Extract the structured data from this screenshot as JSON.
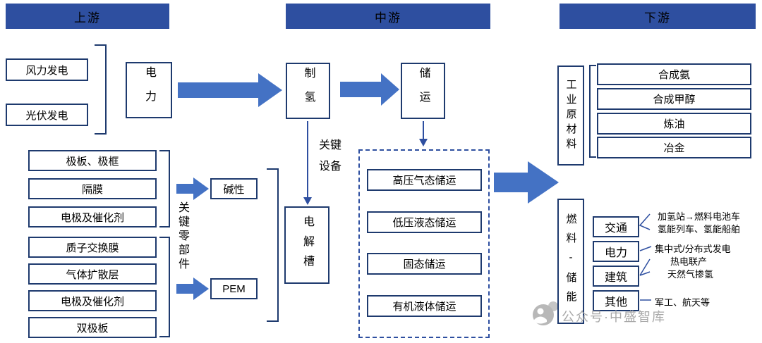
{
  "headers": {
    "upstream": "上游",
    "midstream": "中游",
    "downstream": "下游"
  },
  "upstream": {
    "power_sources": [
      "风力发电",
      "光伏发电"
    ],
    "power": "电力",
    "key_components_label": "关键零部件",
    "alkaline_components": [
      "极板、极框",
      "隔膜",
      "电极及催化剂"
    ],
    "alkaline_label": "碱性",
    "pem_components": [
      "质子交换膜",
      "气体扩散层",
      "电极及催化剂",
      "双极板"
    ],
    "pem_label": "PEM"
  },
  "midstream": {
    "hydrogen_production": "制氢",
    "storage_transport": "储运",
    "key_equipment_label": "关键设备",
    "electrolyzer": "电解槽",
    "storage_methods": [
      "高压气态储运",
      "低压液态储运",
      "固态储运",
      "有机液体储运"
    ]
  },
  "downstream": {
    "industrial_materials_label": "工业原材料",
    "industrial_items": [
      "合成氨",
      "合成甲醇",
      "炼油",
      "冶金"
    ],
    "fuel_storage_label": "燃料-储能",
    "fuel_items": [
      "交通",
      "电力",
      "建筑",
      "其他"
    ],
    "transport_notes": [
      "加氢站→燃料电池车",
      "氢能列车、氢能船舶"
    ],
    "power_notes": [
      "集中式/分布式发电"
    ],
    "building_notes": [
      "热电联产",
      "天然气掺氢"
    ],
    "other_notes": [
      "军工、航天等"
    ]
  },
  "watermark": {
    "text": "公众号·中盛智库"
  },
  "colors": {
    "header_bg": "#2e4fa0",
    "box_border": "#1e3a6e",
    "arrow_fill": "#4472c4",
    "dashed_border": "#2e4fa0",
    "watermark_gray": "#a8a8a8"
  }
}
